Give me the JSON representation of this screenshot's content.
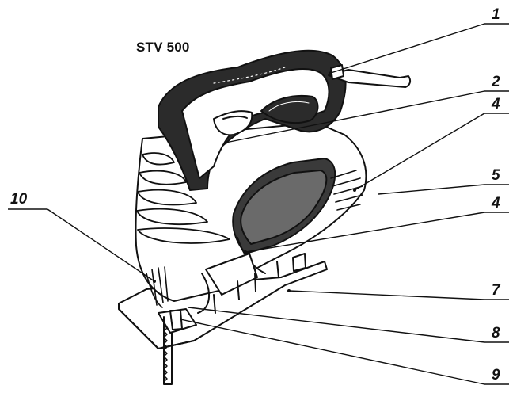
{
  "model_label": "STV 500",
  "callouts": [
    {
      "id": "c1",
      "label": "1"
    },
    {
      "id": "c2",
      "label": "2"
    },
    {
      "id": "c4a",
      "label": "4"
    },
    {
      "id": "c5",
      "label": "5"
    },
    {
      "id": "c4b",
      "label": "4"
    },
    {
      "id": "c10",
      "label": "10"
    },
    {
      "id": "c7",
      "label": "7"
    },
    {
      "id": "c8",
      "label": "8"
    },
    {
      "id": "c9",
      "label": "9"
    }
  ]
}
